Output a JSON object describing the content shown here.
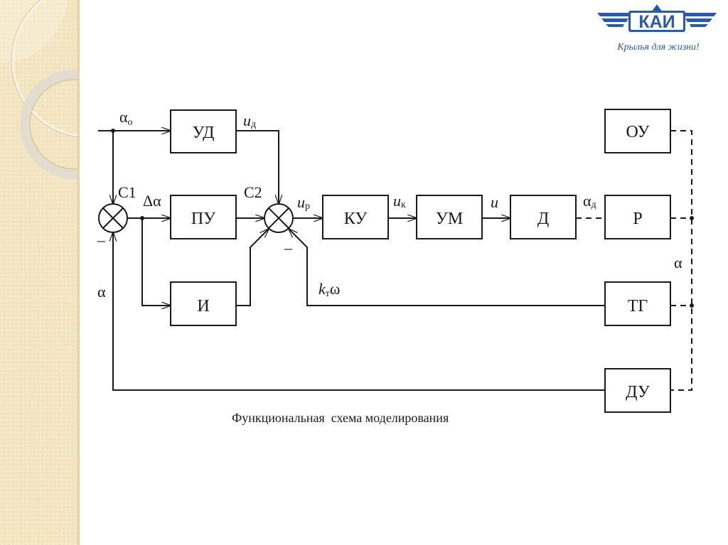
{
  "logo": {
    "brand": "КАИ",
    "slogan": "Крылья для жизни!",
    "brand_color": "#2a5aa8"
  },
  "diagram": {
    "blocks": {
      "ud": "УД",
      "pu": "ПУ",
      "i": "И",
      "ku": "КУ",
      "um": "УМ",
      "d": "Д",
      "ou": "ОУ",
      "r": "Р",
      "tg": "ТГ",
      "du": "ДУ"
    },
    "summators": {
      "c1": "С1",
      "c2": "С2"
    },
    "signals": {
      "alpha0_main": "α",
      "alpha0_sub": "о",
      "u_d_main": "u",
      "u_d_sub": "д",
      "delta_alpha": "Δα",
      "u_p_main": "u",
      "u_p_sub": "р",
      "u_k_main": "u",
      "u_k_sub": "к",
      "u": "u",
      "alpha_d_main": "α",
      "alpha_d_sub": "д",
      "alpha_right": "α",
      "alpha_left": "α",
      "kt_omega_k": "k",
      "kt_omega_sub": "т",
      "kt_omega_w": "ω",
      "minus": "–"
    },
    "caption": "Функциональная  схема моделирования"
  }
}
